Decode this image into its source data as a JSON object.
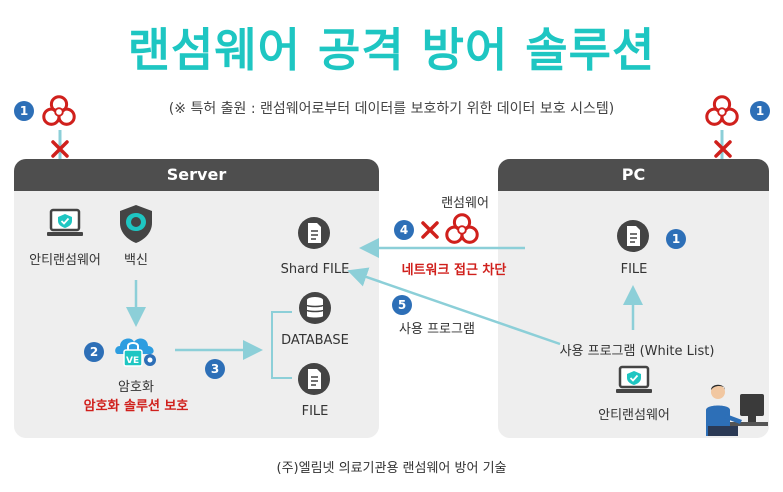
{
  "title": "랜섬웨어 공격 방어 솔루션",
  "subtitle": "(※ 특허 출원 : 랜섬웨어로부터 데이터를 보호하기 위한 데이터 보호 시스템)",
  "server": {
    "header": "Server",
    "anti_ransomware_label": "안티랜섬웨어",
    "vaccine_label": "백신",
    "encryption_label": "암호화",
    "encryption_solution_label": "암호화 솔루션 보호",
    "shard_file_label": "Shard FILE",
    "database_label": "DATABASE",
    "file_label": "FILE"
  },
  "pc": {
    "header": "PC",
    "file_label": "FILE",
    "program_label": "사용 프로그램 (White List)",
    "anti_ransomware_label": "안티랜섬웨어"
  },
  "middle": {
    "ransomware_label": "랜섬웨어",
    "network_block_label": "네트워크 접근 차단",
    "use_program_label": "사용 프로그램"
  },
  "step_numbers": {
    "left_top": "1",
    "right_top": "1",
    "pc_file": "1",
    "encryption": "2",
    "to_storage": "3",
    "network_block": "4",
    "use_program": "5"
  },
  "footer": "(주)엘림넷 의료기관용 랜섬웨어 방어 기술",
  "colors": {
    "title": "#1ec6c2",
    "header_bg": "#4e4e4e",
    "panel_bg": "#eeeeee",
    "arrow": "#8ccfd8",
    "block_red": "#d0201c",
    "step_badge": "#2d6fb7",
    "biohazard": "#d0201c"
  }
}
